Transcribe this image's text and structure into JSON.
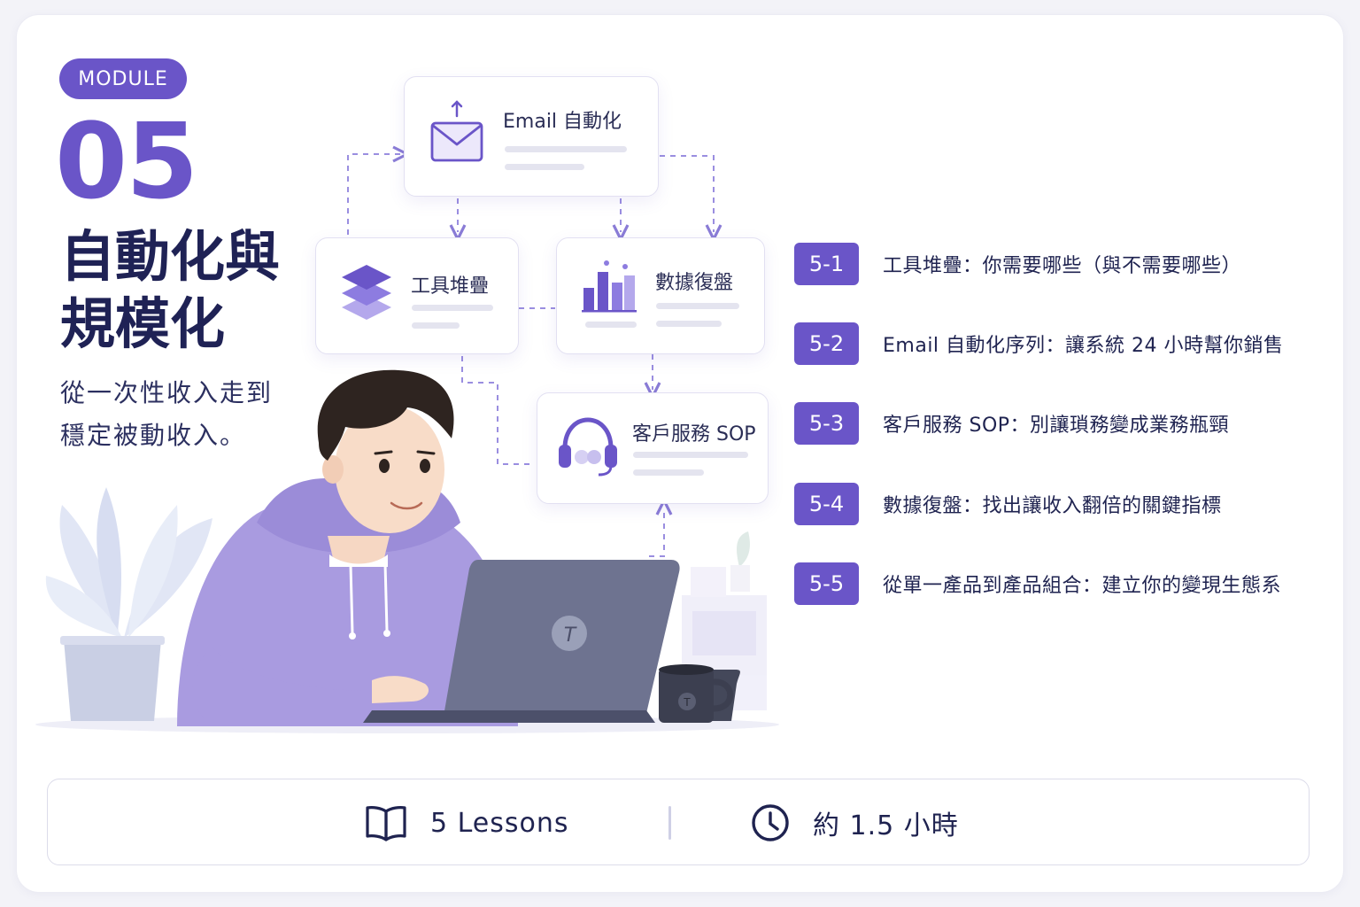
{
  "module": {
    "tag": "MODULE",
    "number": "05",
    "title_line1": "自動化與",
    "title_line2": "規模化",
    "subtitle_line1": "從一次性收入走到",
    "subtitle_line2": "穩定被動收入。"
  },
  "flow": {
    "email": "Email 自動化",
    "tools": "工具堆疊",
    "data": "數據復盤",
    "service": "客戶服務 SOP"
  },
  "lessons": [
    {
      "code": "5-1",
      "title": "工具堆疊：你需要哪些（與不需要哪些）"
    },
    {
      "code": "5-2",
      "title": "Email 自動化序列：讓系統 24 小時幫你銷售"
    },
    {
      "code": "5-3",
      "title": "客戶服務 SOP：別讓瑣務變成業務瓶頸"
    },
    {
      "code": "5-4",
      "title": "數據復盤：找出讓收入翻倍的關鍵指標"
    },
    {
      "code": "5-5",
      "title": "從單一產品到產品組合：建立你的變現生態系"
    }
  ],
  "footer": {
    "lessons": "5 Lessons",
    "duration": "約 1.5 小時"
  },
  "brand": {
    "laptop_logo": "T",
    "mug_logo": "T"
  },
  "colors": {
    "accent": "#6a55c8",
    "title": "#1f2255",
    "hoodie": "#a99be0"
  },
  "icons": {
    "email": "envelope-icon",
    "tools": "layers-icon",
    "data": "bar-chart-icon",
    "service": "headset-icon",
    "lessons": "book-icon",
    "duration": "clock-icon"
  }
}
